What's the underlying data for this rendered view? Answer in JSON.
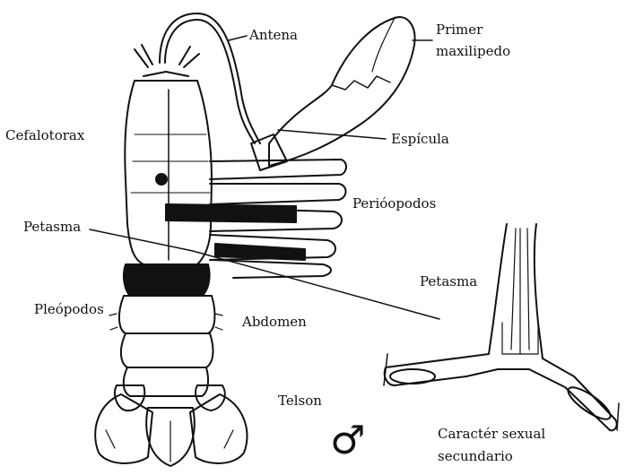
{
  "labels": {
    "antena": "Antena",
    "primer_maxilipedo_1": "Primer",
    "primer_maxilipedo_2": "maxilipedo",
    "cefalotorax": "Cefalotorax",
    "espicula": "Espícula",
    "periopodos": "Perióopodos",
    "petasma_left": "Petasma",
    "petasma_right": "Petasma",
    "pleopodos": "Pleópodos",
    "abdomen": "Abdomen",
    "telson": "Telson",
    "caracter_1": "Caractér sexual",
    "caracter_2": "secundario"
  },
  "symbol": "♂"
}
